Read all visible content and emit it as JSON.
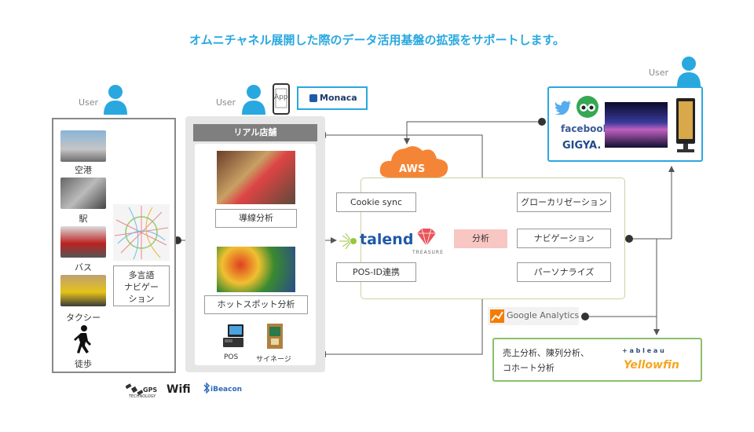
{
  "title": "オムニチャネル展開した際のデータ活用基盤の拡張をサポートします。",
  "users": {
    "left": "User",
    "store": "User",
    "top_right": "User"
  },
  "app_label": "App",
  "monaca_label": "Monaca",
  "transport": {
    "airport": "空港",
    "station": "駅",
    "bus": "バス",
    "taxi": "タクシー",
    "walk": "徒歩",
    "nav_box": "多言語\nナビゲー\nション"
  },
  "store": {
    "header": "リアル店舗",
    "flow_analysis": "導線分析",
    "hotspot_analysis": "ホットスポット分析",
    "pos": "POS",
    "signage": "サイネージ"
  },
  "aws": {
    "cloud_label": "AWS",
    "cookie_sync": "Cookie sync",
    "pos_id": "POS-ID連携",
    "talend": "talend",
    "treasure": "TREASURE",
    "analysis": "分析",
    "localization": "グローカリゼーション",
    "navigation": "ナビゲーション",
    "personalize": "パーソナライズ"
  },
  "social": {
    "facebook": "facebook",
    "gigya": "GIGYA."
  },
  "ga": {
    "label": "Google Analytics"
  },
  "bi": {
    "text_line1": "売上分析、陳列分析、",
    "text_line2": "コホート分析",
    "tableau": "+ a b l e a u",
    "yellowfin": "Yellowfin"
  },
  "footer": {
    "gps": "GPS",
    "gps_sub": "TECHNOLOGY",
    "wifi": "Wifi",
    "ibeacon": "iBeacon"
  },
  "colors": {
    "accent": "#29a8e0",
    "aws_orange": "#f58536",
    "analysis_pink": "#f8c6c3",
    "bi_green": "#8bbf6a"
  }
}
